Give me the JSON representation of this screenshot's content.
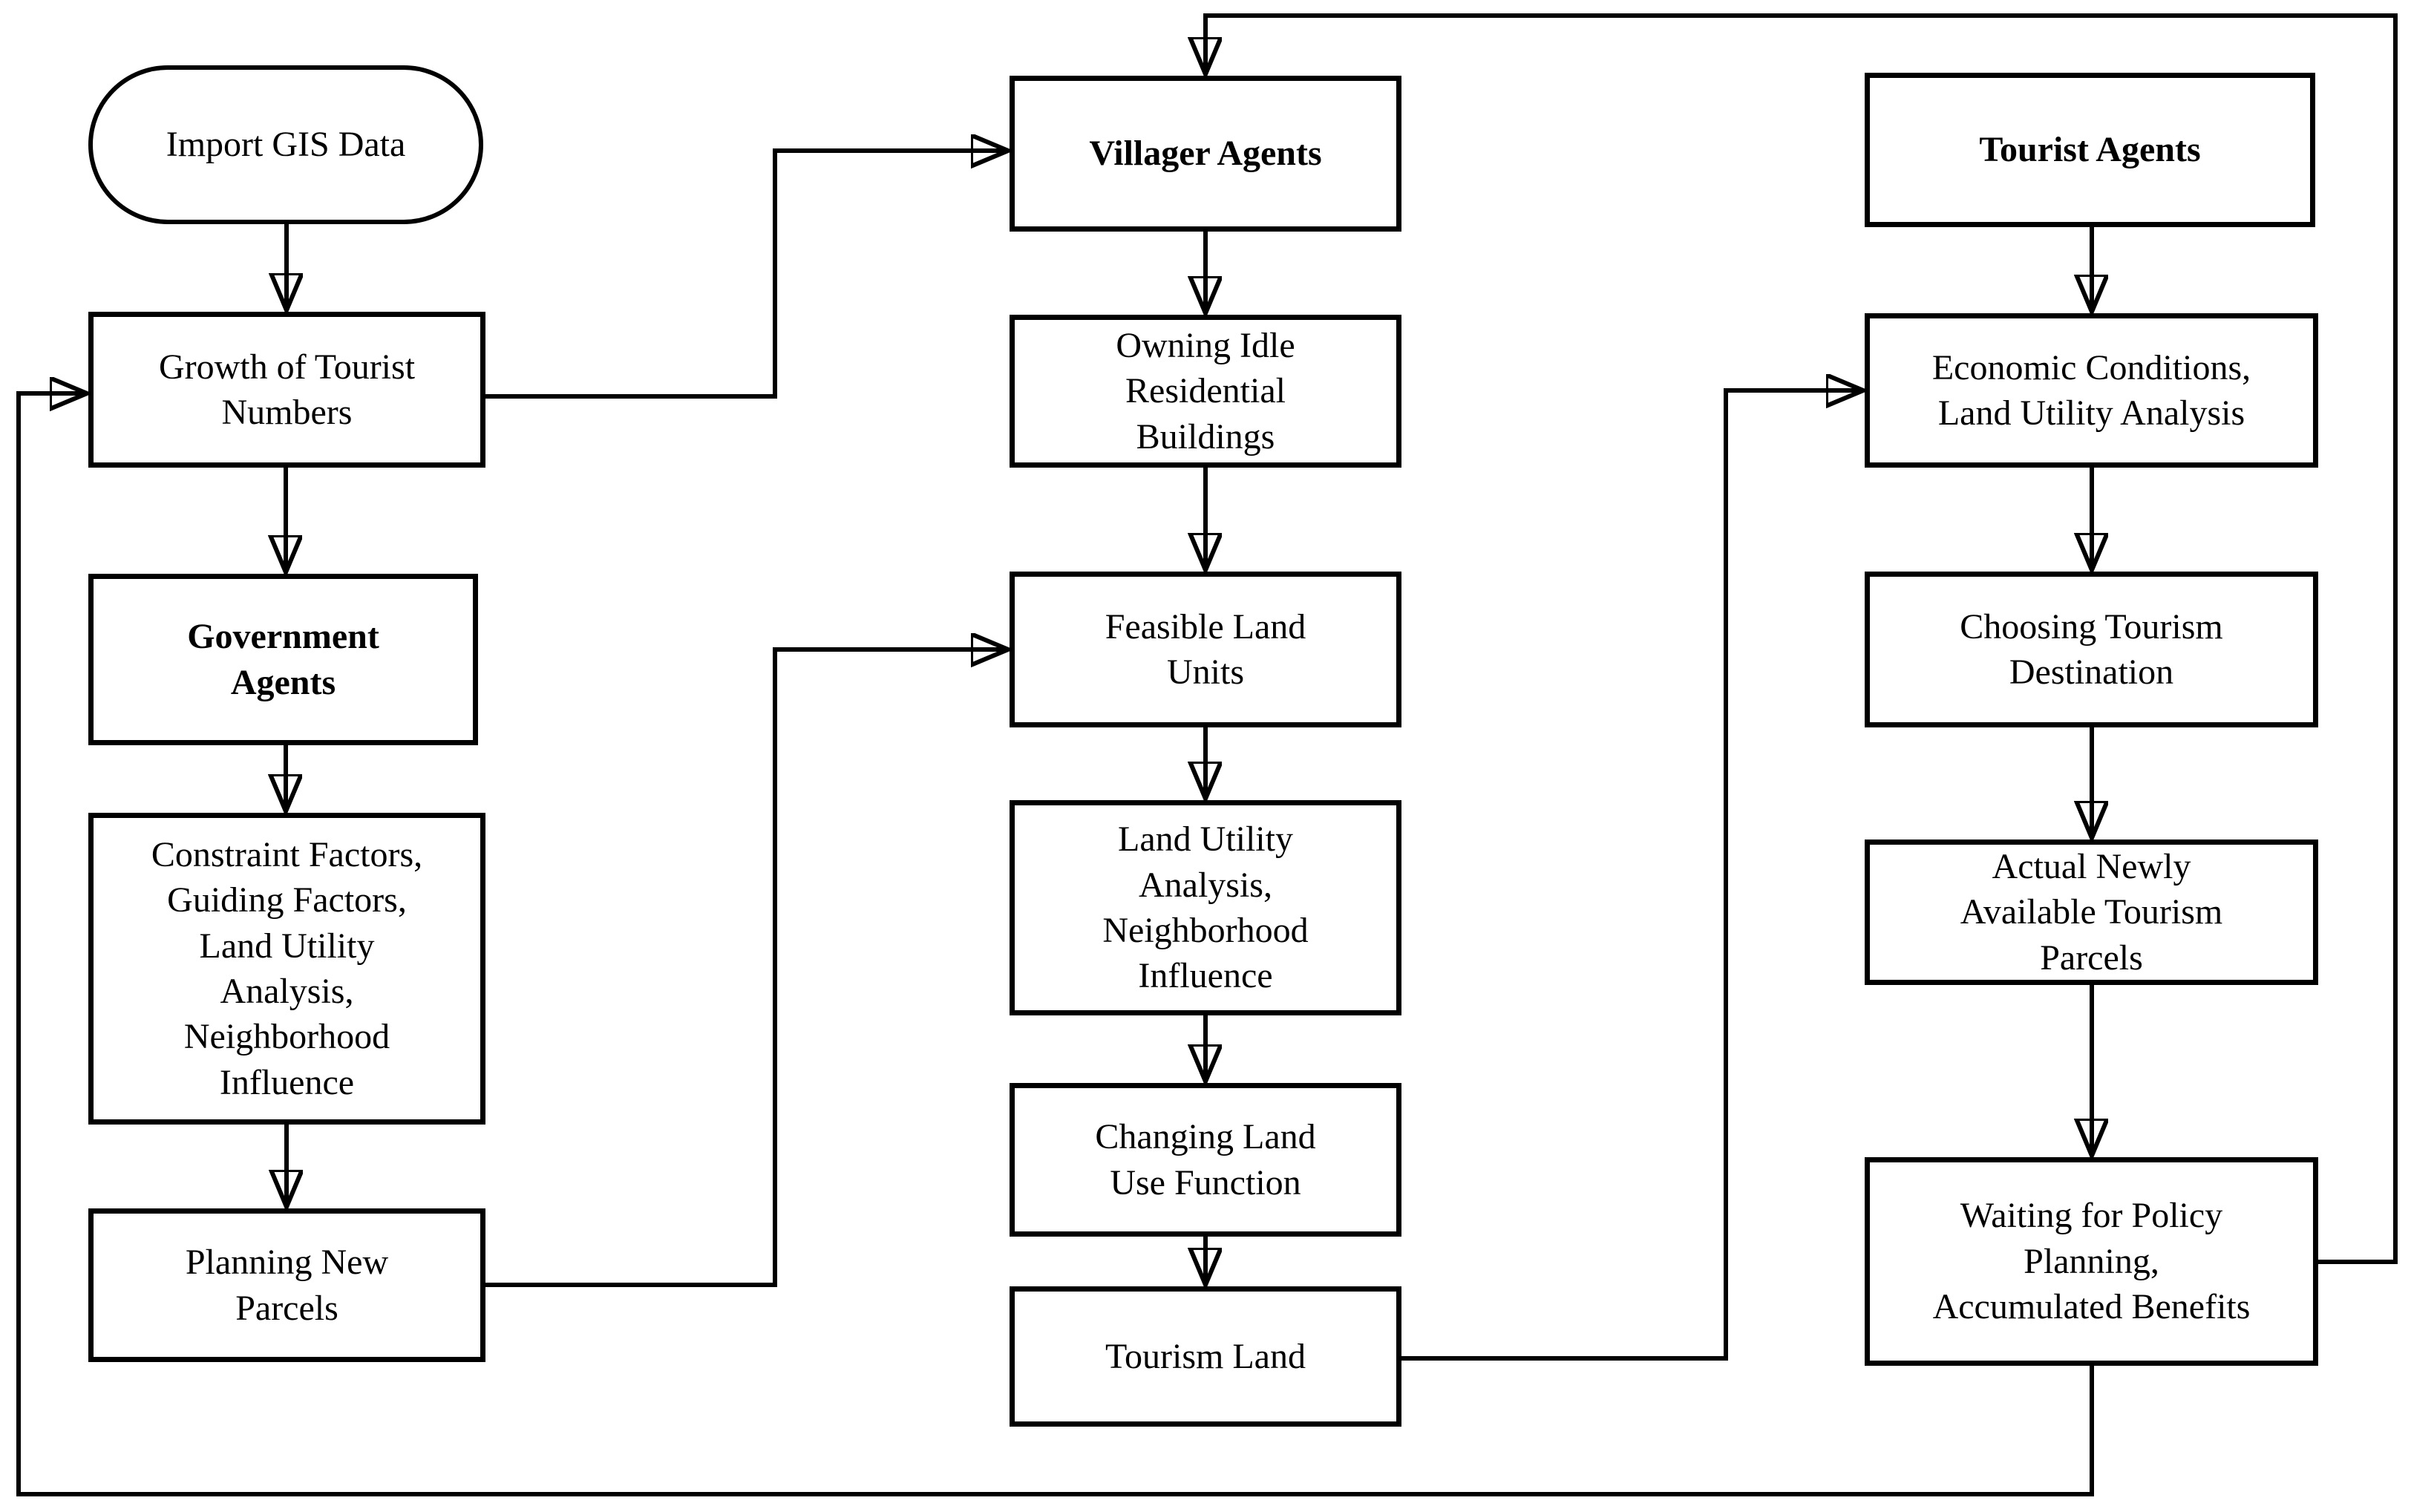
{
  "figure": {
    "type": "flowchart",
    "background_color": "#ffffff",
    "line_color": "#000000",
    "nodes": [
      {
        "id": "import-gis-data",
        "shape": "stadium",
        "bold": false,
        "label": "Import GIS Data"
      },
      {
        "id": "growth-of-tourist-numbers",
        "shape": "rect",
        "bold": false,
        "label": "Growth of Tourist\nNumbers"
      },
      {
        "id": "government-agents",
        "shape": "rect",
        "bold": true,
        "label": "Government\nAgents"
      },
      {
        "id": "constraint-factors",
        "shape": "rect",
        "bold": false,
        "label": "Constraint Factors,\nGuiding Factors,\nLand Utility\nAnalysis,\nNeighborhood\nInfluence"
      },
      {
        "id": "planning-new-parcels",
        "shape": "rect",
        "bold": false,
        "label": "Planning New\nParcels"
      },
      {
        "id": "villager-agents",
        "shape": "rect",
        "bold": true,
        "label": "Villager Agents"
      },
      {
        "id": "owning-idle-residential-buildings",
        "shape": "rect",
        "bold": false,
        "label": "Owning Idle\nResidential\nBuildings"
      },
      {
        "id": "feasible-land-units",
        "shape": "rect",
        "bold": false,
        "label": "Feasible Land\nUnits"
      },
      {
        "id": "land-utility-analysis-neighborhood-influence",
        "shape": "rect",
        "bold": false,
        "label": "Land Utility\nAnalysis,\nNeighborhood\nInfluence"
      },
      {
        "id": "changing-land-use-function",
        "shape": "rect",
        "bold": false,
        "label": "Changing Land\nUse Function"
      },
      {
        "id": "tourism-land",
        "shape": "rect",
        "bold": false,
        "label": "Tourism Land"
      },
      {
        "id": "tourist-agents",
        "shape": "rect",
        "bold": true,
        "label": "Tourist Agents"
      },
      {
        "id": "economic-conditions-land-utility-analysis",
        "shape": "rect",
        "bold": false,
        "label": "Economic Conditions,\nLand Utility Analysis"
      },
      {
        "id": "choosing-tourism-destination",
        "shape": "rect",
        "bold": false,
        "label": "Choosing Tourism\nDestination"
      },
      {
        "id": "actual-newly-available-tourism-parcels",
        "shape": "rect",
        "bold": false,
        "label": "Actual Newly\nAvailable Tourism\nParcels"
      },
      {
        "id": "waiting-for-policy-planning-accumulated-benefits",
        "shape": "rect",
        "bold": false,
        "label": "Waiting for Policy\nPlanning,\nAccumulated Benefits"
      }
    ],
    "edges": [
      {
        "from": "import-gis-data",
        "to": "growth-of-tourist-numbers"
      },
      {
        "from": "growth-of-tourist-numbers",
        "to": "government-agents"
      },
      {
        "from": "government-agents",
        "to": "constraint-factors"
      },
      {
        "from": "constraint-factors",
        "to": "planning-new-parcels"
      },
      {
        "from": "growth-of-tourist-numbers",
        "to": "villager-agents"
      },
      {
        "from": "planning-new-parcels",
        "to": "feasible-land-units"
      },
      {
        "from": "villager-agents",
        "to": "owning-idle-residential-buildings"
      },
      {
        "from": "owning-idle-residential-buildings",
        "to": "feasible-land-units"
      },
      {
        "from": "feasible-land-units",
        "to": "land-utility-analysis-neighborhood-influence"
      },
      {
        "from": "land-utility-analysis-neighborhood-influence",
        "to": "changing-land-use-function"
      },
      {
        "from": "changing-land-use-function",
        "to": "tourism-land"
      },
      {
        "from": "tourism-land",
        "to": "economic-conditions-land-utility-analysis"
      },
      {
        "from": "tourist-agents",
        "to": "economic-conditions-land-utility-analysis"
      },
      {
        "from": "economic-conditions-land-utility-analysis",
        "to": "choosing-tourism-destination"
      },
      {
        "from": "choosing-tourism-destination",
        "to": "actual-newly-available-tourism-parcels"
      },
      {
        "from": "actual-newly-available-tourism-parcels",
        "to": "waiting-for-policy-planning-accumulated-benefits"
      },
      {
        "from": "waiting-for-policy-planning-accumulated-benefits",
        "to": "villager-agents"
      },
      {
        "from": "waiting-for-policy-planning-accumulated-benefits",
        "to": "growth-of-tourist-numbers"
      }
    ]
  }
}
